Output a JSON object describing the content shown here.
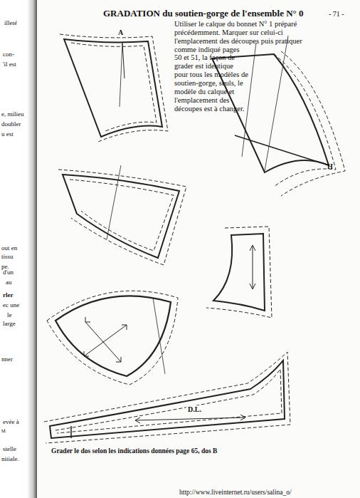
{
  "diagram": {
    "title": "GRADATION du soutien-gorge de l'ensemble  N° 0",
    "labels": [
      "- 71 -",
      "Utiliser le calque du bonnet N° 1 préparé précédemment. Marquer sur celui-ci l'emplacement des découpes puis pratiquer comme indiqué pages 50 et 51, la façon de grader est identique pour tous les modèles de soutien-gorge, seuls, le modèle du calque et l'emplacement des découpes est à changer.",
      "A",
      "H",
      "D.L.",
      "Grader le dos selon les indications données page 65, dos B",
      "illeté",
      "con-",
      "'il est",
      "e, milieu",
      "doubler",
      "u est",
      "out en",
      "tissu",
      "pe.",
      "d'un",
      "au",
      "rler",
      "ec une",
      "le",
      "large",
      "nner",
      "evée à",
      "st",
      "stelle",
      "nitiale.",
      "http://www.liveinternet.ru/users/salina_o/"
    ]
  }
}
